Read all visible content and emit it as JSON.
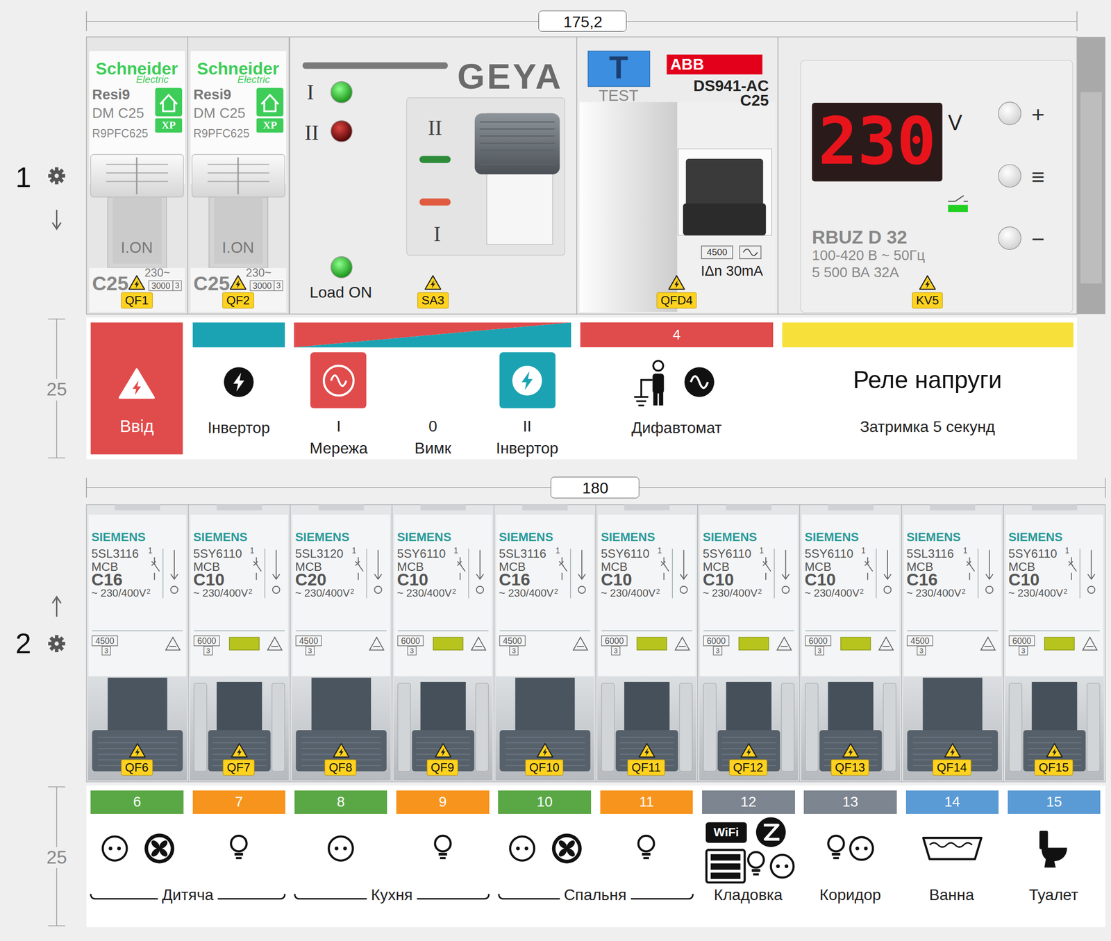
{
  "diagram": {
    "nodes": [
      {
        "text": [
          "175,2"
        ]
      },
      {
        "text": [
          "Schneider",
          "Electric",
          "Resi9",
          "DM C25",
          "R9PFC625",
          "XP",
          "I.ON",
          "C25",
          "230~",
          "3000",
          "3",
          "QF1"
        ]
      },
      {
        "text": [
          "Schneider",
          "Electric",
          "Resi9",
          "DM C25",
          "R9PFC625",
          "XP",
          "I.ON",
          "C25",
          "230~",
          "3000",
          "3",
          "QF2"
        ]
      },
      {
        "text": [
          "GEYA",
          "I",
          "II",
          "II",
          "I",
          "Load ON",
          "SA3"
        ]
      },
      {
        "text": [
          "T",
          "TEST",
          "ABB",
          "DS941-AC C25",
          "4500",
          "IΔn 30mA",
          "QFD4"
        ]
      },
      {
        "text": [
          "230",
          "V",
          "+",
          "≡",
          "−",
          "RBUZ D 32",
          "100-420 В ~ 50Гц",
          "5 500 ВА 32А",
          "KV5"
        ]
      },
      {
        "text": [
          "Ввід"
        ]
      },
      {
        "text": [
          "4"
        ]
      },
      {
        "text": [
          "180"
        ]
      },
      {
        "text": [
          "SIEMENS",
          "5SL3116",
          "1",
          "MCB",
          "C16",
          "~ 230/400V",
          "2",
          "4500",
          "3",
          "QF6"
        ]
      },
      {
        "text": [
          "SIEMENS",
          "5SY6110",
          "1",
          "MCB",
          "C10",
          "~ 230/400V",
          "2",
          "6000",
          "3",
          "QF7"
        ]
      },
      {
        "text": [
          "SIEMENS",
          "5SL3120",
          "1",
          "MCB",
          "C20",
          "~ 230/400V",
          "2",
          "4500",
          "3",
          "QF8"
        ]
      },
      {
        "text": [
          "SIEMENS",
          "5SY6110",
          "1",
          "MCB",
          "C10",
          "~ 230/400V",
          "2",
          "6000",
          "3",
          "QF9"
        ]
      },
      {
        "text": [
          "SIEMENS",
          "5SL3116",
          "1",
          "MCB",
          "C16",
          "~ 230/400V",
          "2",
          "4500",
          "3",
          "QF10"
        ]
      },
      {
        "text": [
          "SIEMENS",
          "5SY6110",
          "1",
          "MCB",
          "C10",
          "~ 230/400V",
          "2",
          "6000",
          "3",
          "QF11"
        ]
      },
      {
        "text": [
          "SIEMENS",
          "5SY6110",
          "1",
          "MCB",
          "C10",
          "~ 230/400V",
          "2",
          "6000",
          "3",
          "QF12"
        ]
      },
      {
        "text": [
          "SIEMENS",
          "5SY6110",
          "1",
          "MCB",
          "C10",
          "~ 230/400V",
          "2",
          "6000",
          "3",
          "QF13"
        ]
      },
      {
        "text": [
          "SIEMENS",
          "5SL3116",
          "1",
          "MCB",
          "C16",
          "~ 230/400V",
          "2",
          "4500",
          "3",
          "QF14"
        ]
      },
      {
        "text": [
          "SIEMENS",
          "5SY6110",
          "1",
          "MCB",
          "C10",
          "~ 230/400V",
          "2",
          "6000",
          "3",
          "QF15"
        ]
      },
      {
        "text": [
          "6"
        ]
      },
      {
        "text": [
          "7"
        ]
      },
      {
        "text": [
          "8"
        ]
      },
      {
        "text": [
          "9"
        ]
      },
      {
        "text": [
          "10"
        ]
      },
      {
        "text": [
          "11"
        ]
      },
      {
        "text": [
          "12"
        ]
      },
      {
        "text": [
          "13"
        ]
      },
      {
        "text": [
          "14"
        ]
      },
      {
        "text": [
          "15"
        ]
      }
    ],
    "labels": [
      "1",
      "25",
      "Інвертор",
      "I",
      "Мережа",
      "0",
      "Вимк",
      "II",
      "Інвертор",
      "Дифавтомат",
      "Реле напруги",
      "Затримка 5 секунд",
      "2",
      "25",
      "WiFi",
      "Дитяча",
      "Кухня",
      "Спальня",
      "Кладовка",
      "Коридор",
      "Ванна",
      "Туалет"
    ]
  }
}
